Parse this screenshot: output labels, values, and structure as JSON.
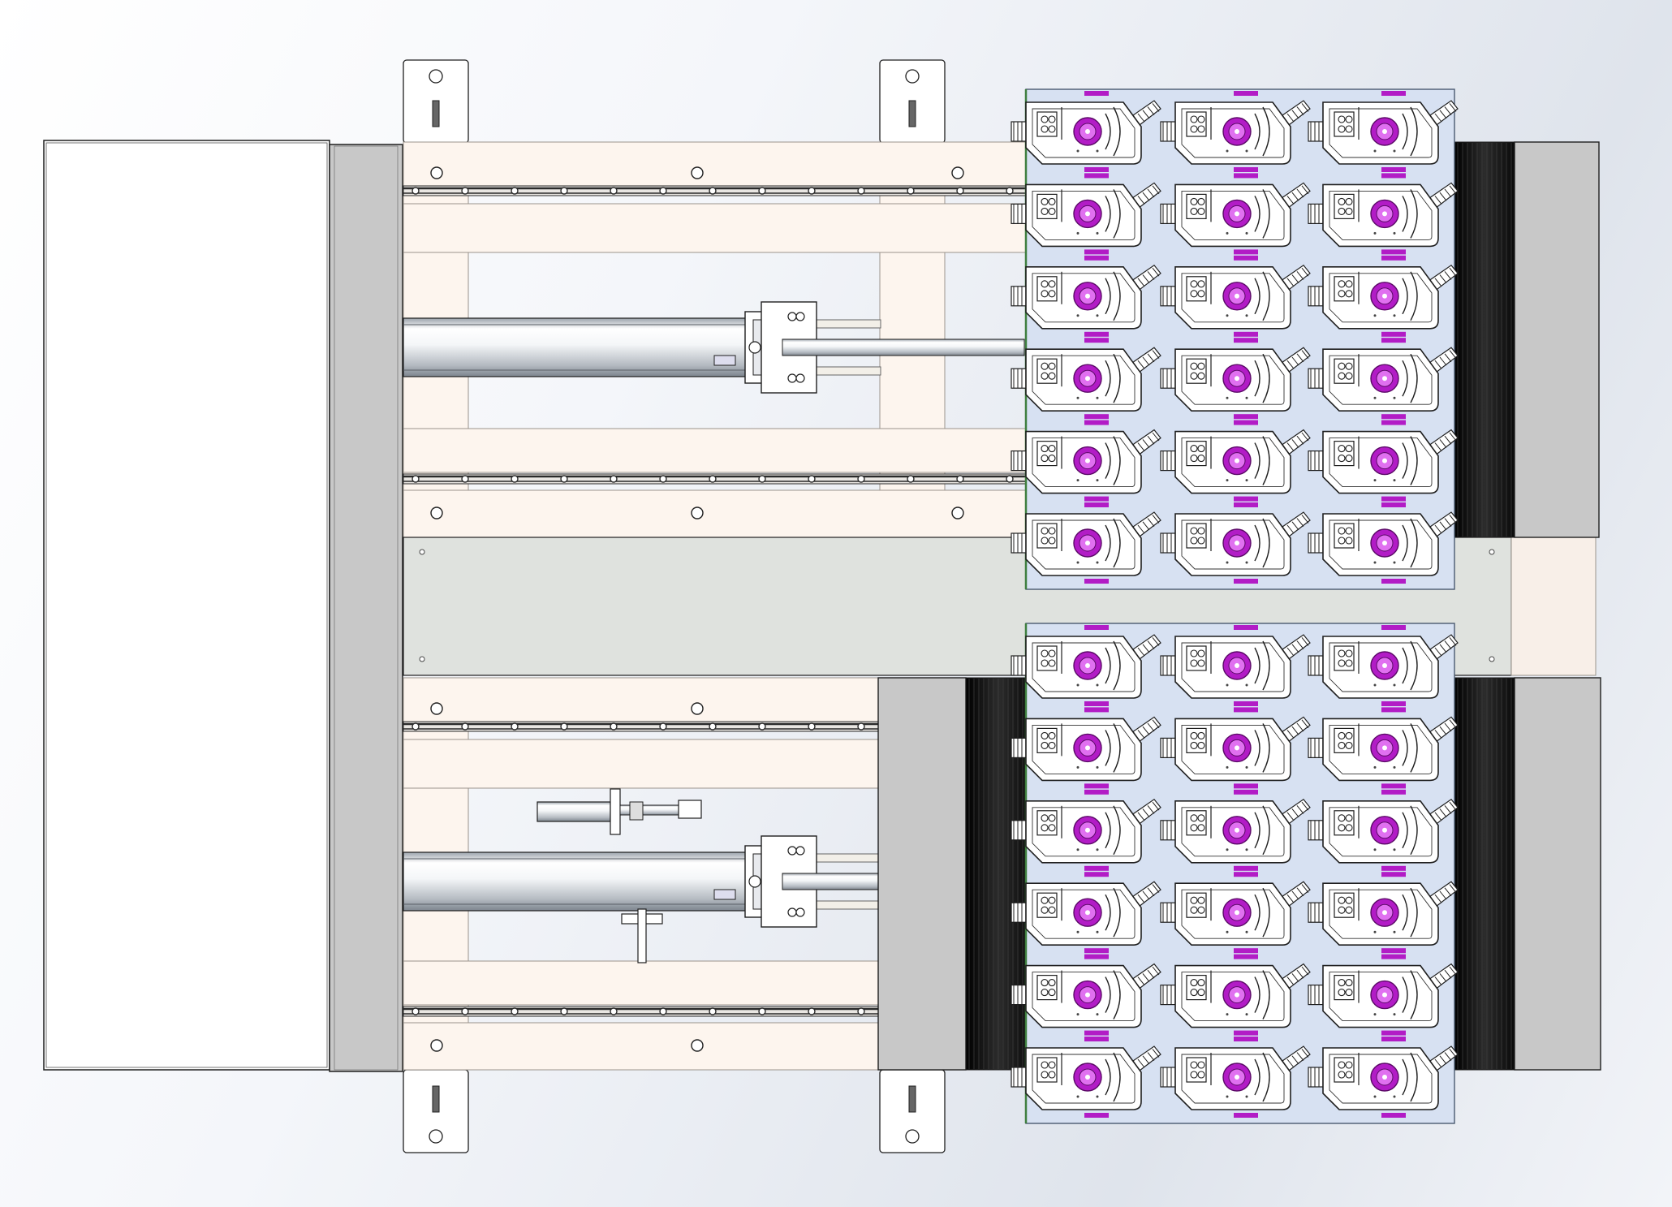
{
  "drawing": {
    "view": "top",
    "colors": {
      "line": "#1f1f1f",
      "frame": "#fdf5ee",
      "frame_edge": "#9a948c",
      "rail": "#2a2a2a",
      "cylinder_light": "#f4f6f8",
      "cylinder_dark": "#b5bbc2",
      "panel_grey": "#c8c8c8",
      "shadow_black": "#1a1a1a",
      "center_plate": "#dfe2de",
      "tray": "#d7e1f2",
      "fixture_body": "#ffffff",
      "fixture_accent": "#b21cc6",
      "fixture_accent_light": "#e070f0"
    },
    "trays": [
      {
        "name": "upper-tray",
        "rows": 6,
        "cols": 3
      },
      {
        "name": "lower-tray",
        "rows": 6,
        "cols": 3
      }
    ],
    "cylinders": [
      {
        "name": "upper-cylinder"
      },
      {
        "name": "lower-cylinder"
      }
    ]
  }
}
